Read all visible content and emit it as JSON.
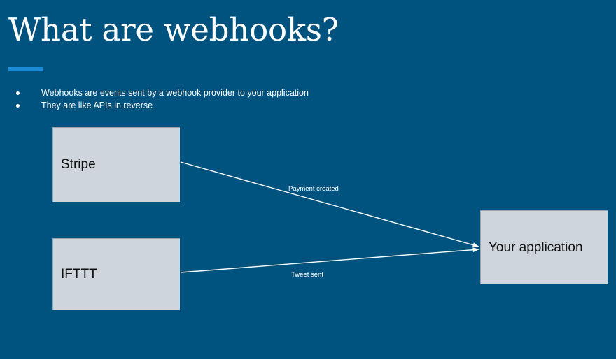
{
  "slide": {
    "background_color": "#01537f",
    "title": "What are webhooks?",
    "accent_color": "#1b8ad4",
    "bullets": [
      "Webhooks are events sent by a webhook provider to your application",
      "They are like APIs in reverse"
    ]
  },
  "diagram": {
    "node_fill_color": "#ced5dc",
    "node_text_color": "#111111",
    "edge_color": "#ffffff",
    "nodes": [
      {
        "id": "stripe",
        "label": "Stripe"
      },
      {
        "id": "ifttt",
        "label": "IFTTT"
      },
      {
        "id": "your-application",
        "label": "Your application"
      }
    ],
    "edges": [
      {
        "from": "stripe",
        "to": "your-application",
        "label": "Payment created"
      },
      {
        "from": "ifttt",
        "to": "your-application",
        "label": "Tweet sent"
      }
    ]
  }
}
